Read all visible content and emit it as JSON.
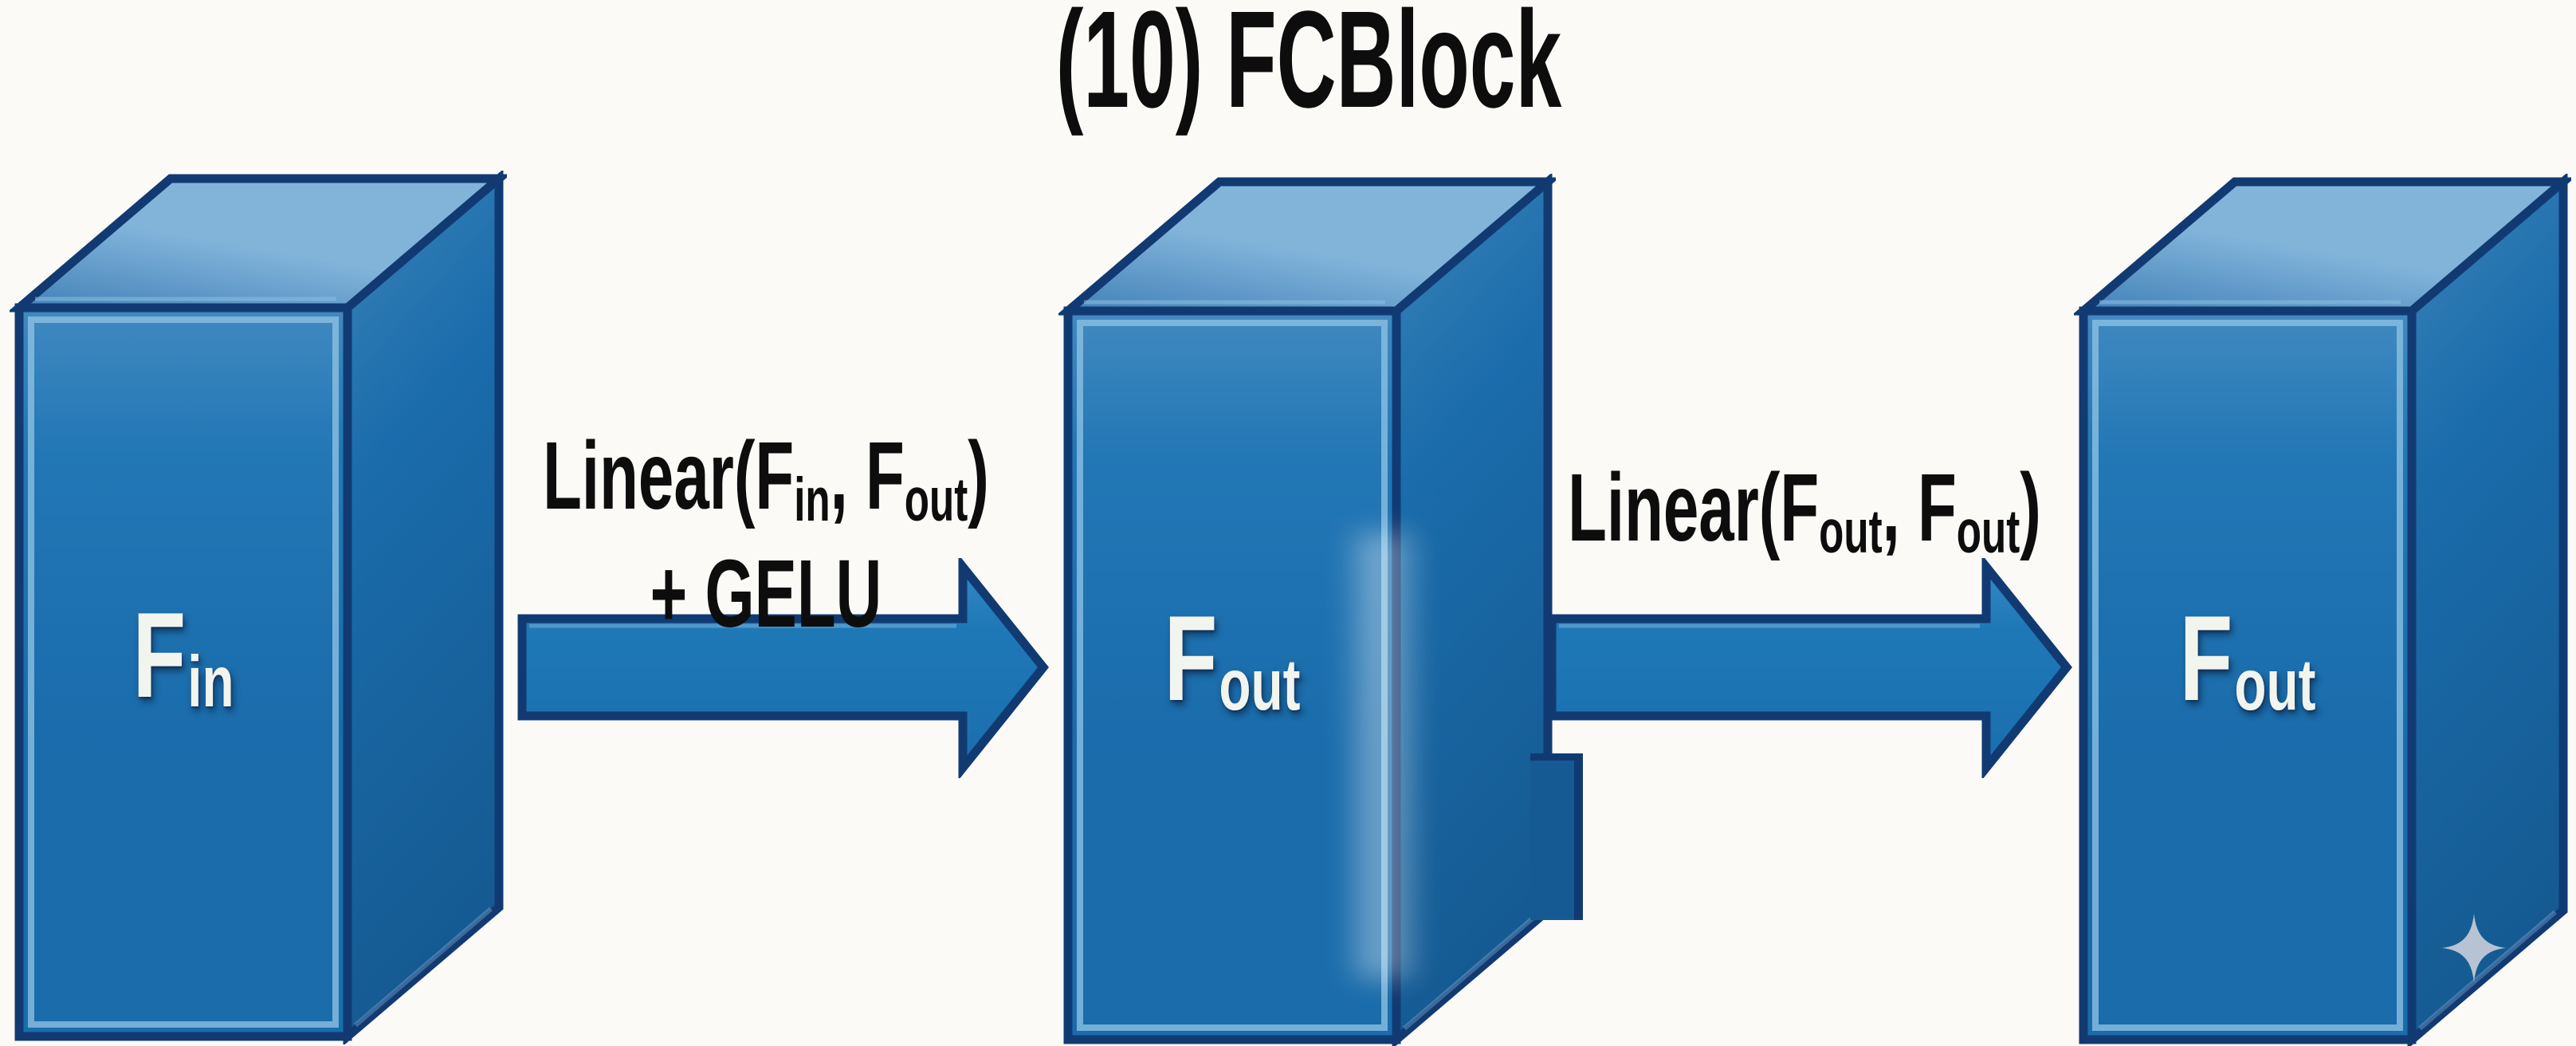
{
  "title": "(10) FCBlock",
  "boxes": [
    {
      "symbol": "F",
      "subscript": "in"
    },
    {
      "symbol": "F",
      "subscript": "out"
    },
    {
      "symbol": "F",
      "subscript": "out"
    }
  ],
  "arrows": [
    {
      "label_line1": {
        "pre": "Linear(F",
        "sub1": "in",
        "mid": ", F",
        "sub2": "out",
        "post": ")"
      },
      "label_line2": "+ GELU"
    },
    {
      "label_line1": {
        "pre": "Linear(F",
        "sub1": "out",
        "mid": ", F",
        "sub2": "out",
        "post": ")"
      }
    }
  ],
  "watermark": {
    "icon": "sparkle-icon"
  },
  "colors": {
    "background": "#fbfaf7",
    "outline_navy": "#123a72",
    "front_face_top": "#4189c0",
    "front_face": "#2277b5",
    "front_face_deep": "#1a6cab",
    "top_face": "#4181b8",
    "top_face_light": "#82b4da",
    "side_face": "#3a82b8",
    "side_face_dark": "#155a92",
    "bevel_highlight": "#8cc0e2",
    "arrow_fill": "#1f78b6",
    "arrow_fill_light": "#3488c4",
    "arrow_fill_deep": "#1a6fae",
    "text_color": "#0d0d0d",
    "box_label_color": "#f2f4ee",
    "watermark_color": "#c9ced8"
  }
}
